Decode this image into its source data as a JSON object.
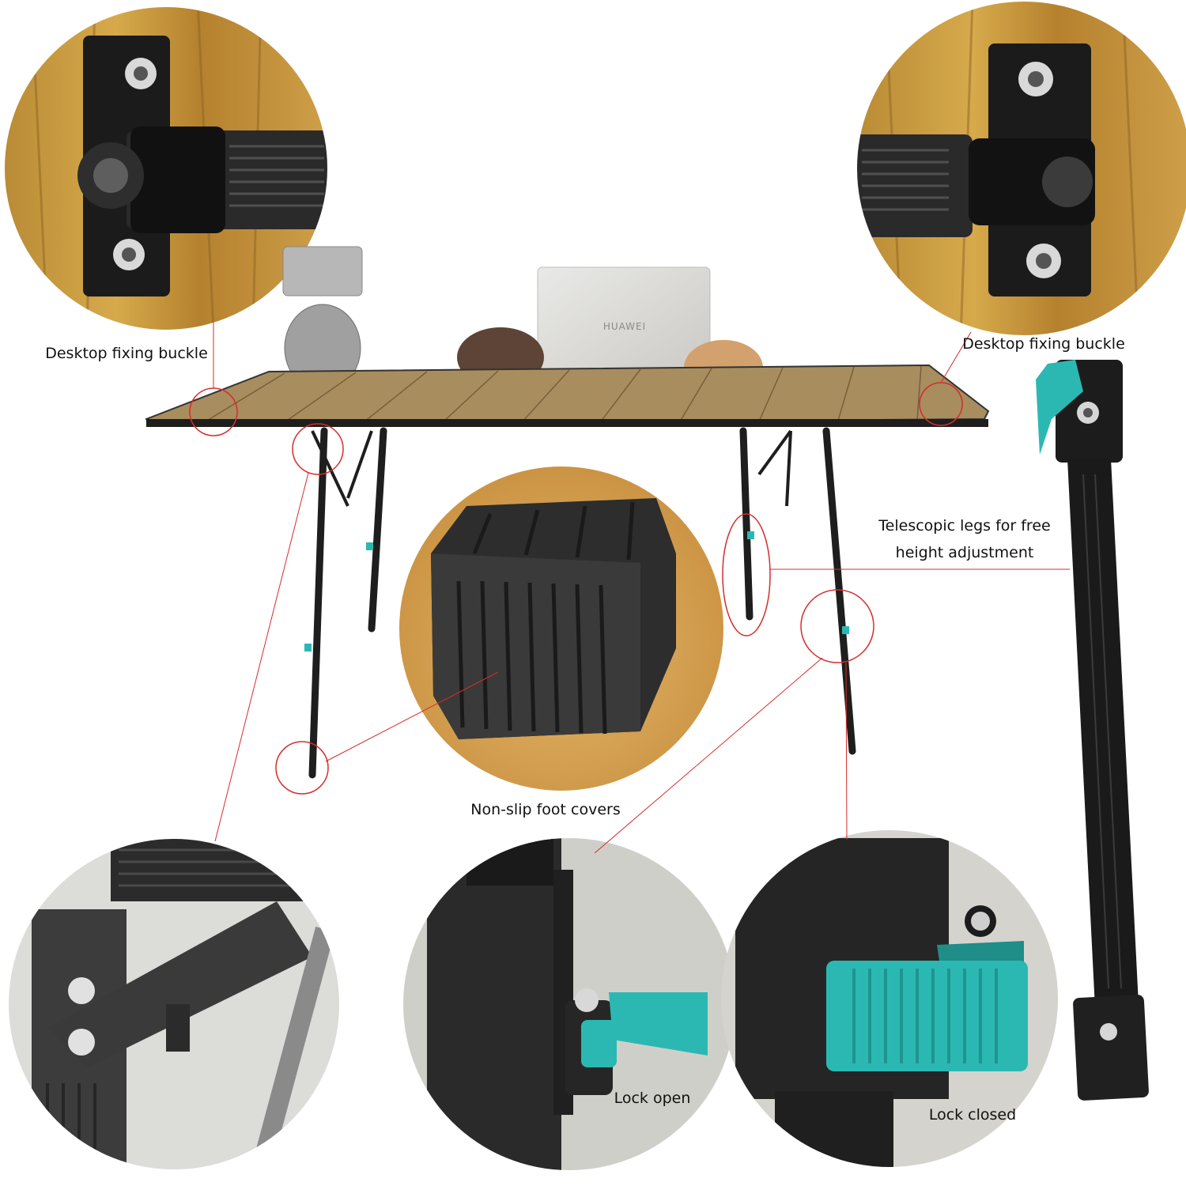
{
  "labels": {
    "desktop_buckle_left": "Desktop fixing buckle",
    "desktop_buckle_right": "Desktop fixing buckle",
    "telescopic_line1": "Telescopic legs for free",
    "telescopic_line2": "height adjustment",
    "non_slip": "Non-slip foot covers",
    "lock_open": "Lock open",
    "lock_closed": "Lock closed",
    "laptop_brand": "HUAWEI"
  },
  "colors": {
    "callout": "#d62d2d",
    "wood": "#c99a3a",
    "tabletop": "#a58a5b",
    "frame": "#1e1e1e",
    "lock_teal": "#2bb8b2",
    "background": "#ffffff"
  },
  "icons": [
    "buckle-detail-icon",
    "foot-cover-icon",
    "lock-lever-icon",
    "leg-bracket-icon"
  ]
}
